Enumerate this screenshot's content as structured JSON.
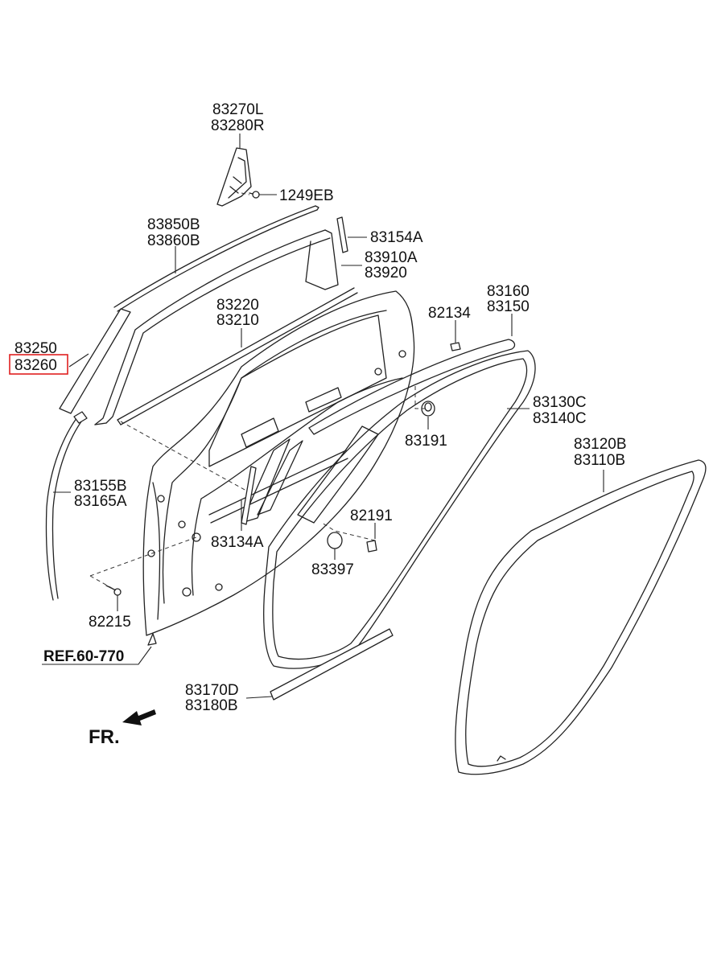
{
  "labels": {
    "p83270L": "83270L",
    "p83280R": "83280R",
    "p1249EB": "1249EB",
    "p83850B": "83850B",
    "p83860B": "83860B",
    "p83154A": "83154A",
    "p83910A": "83910A",
    "p83920": "83920",
    "p83220": "83220",
    "p83210": "83210",
    "p82134": "82134",
    "p83160": "83160",
    "p83150": "83150",
    "p83250": "83250",
    "p83260": "83260",
    "p83130C": "83130C",
    "p83140C": "83140C",
    "p83191": "83191",
    "p83120B": "83120B",
    "p83110B": "83110B",
    "p83155B": "83155B",
    "p83165A": "83165A",
    "p82191": "82191",
    "p83134A": "83134A",
    "p83397": "83397",
    "p82215": "82215",
    "ref": "REF.60-770",
    "p83170D": "83170D",
    "p83180B": "83180B",
    "fr": "FR."
  },
  "highlight": {
    "part": "83260",
    "color": "#e02020"
  }
}
